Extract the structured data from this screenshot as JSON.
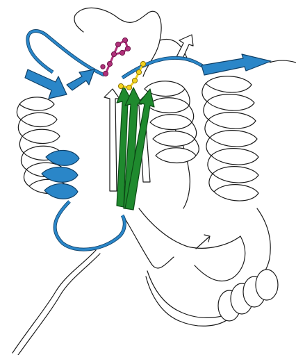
{
  "figure": {
    "kind": "protein-ribbon-illustration",
    "background": "#ffffff",
    "colors": {
      "outline": "#1a1a1a",
      "helix_fill": "#ffffff",
      "blue_domain": "#2a86c8",
      "green_strands": "#1f8a2e",
      "magenta_ligand": "#b0307a",
      "yellow_ligand": "#f2d21e"
    },
    "icons": {
      "ligand_magenta": "ball-and-stick",
      "ligand_yellow": "ball-and-stick"
    }
  }
}
